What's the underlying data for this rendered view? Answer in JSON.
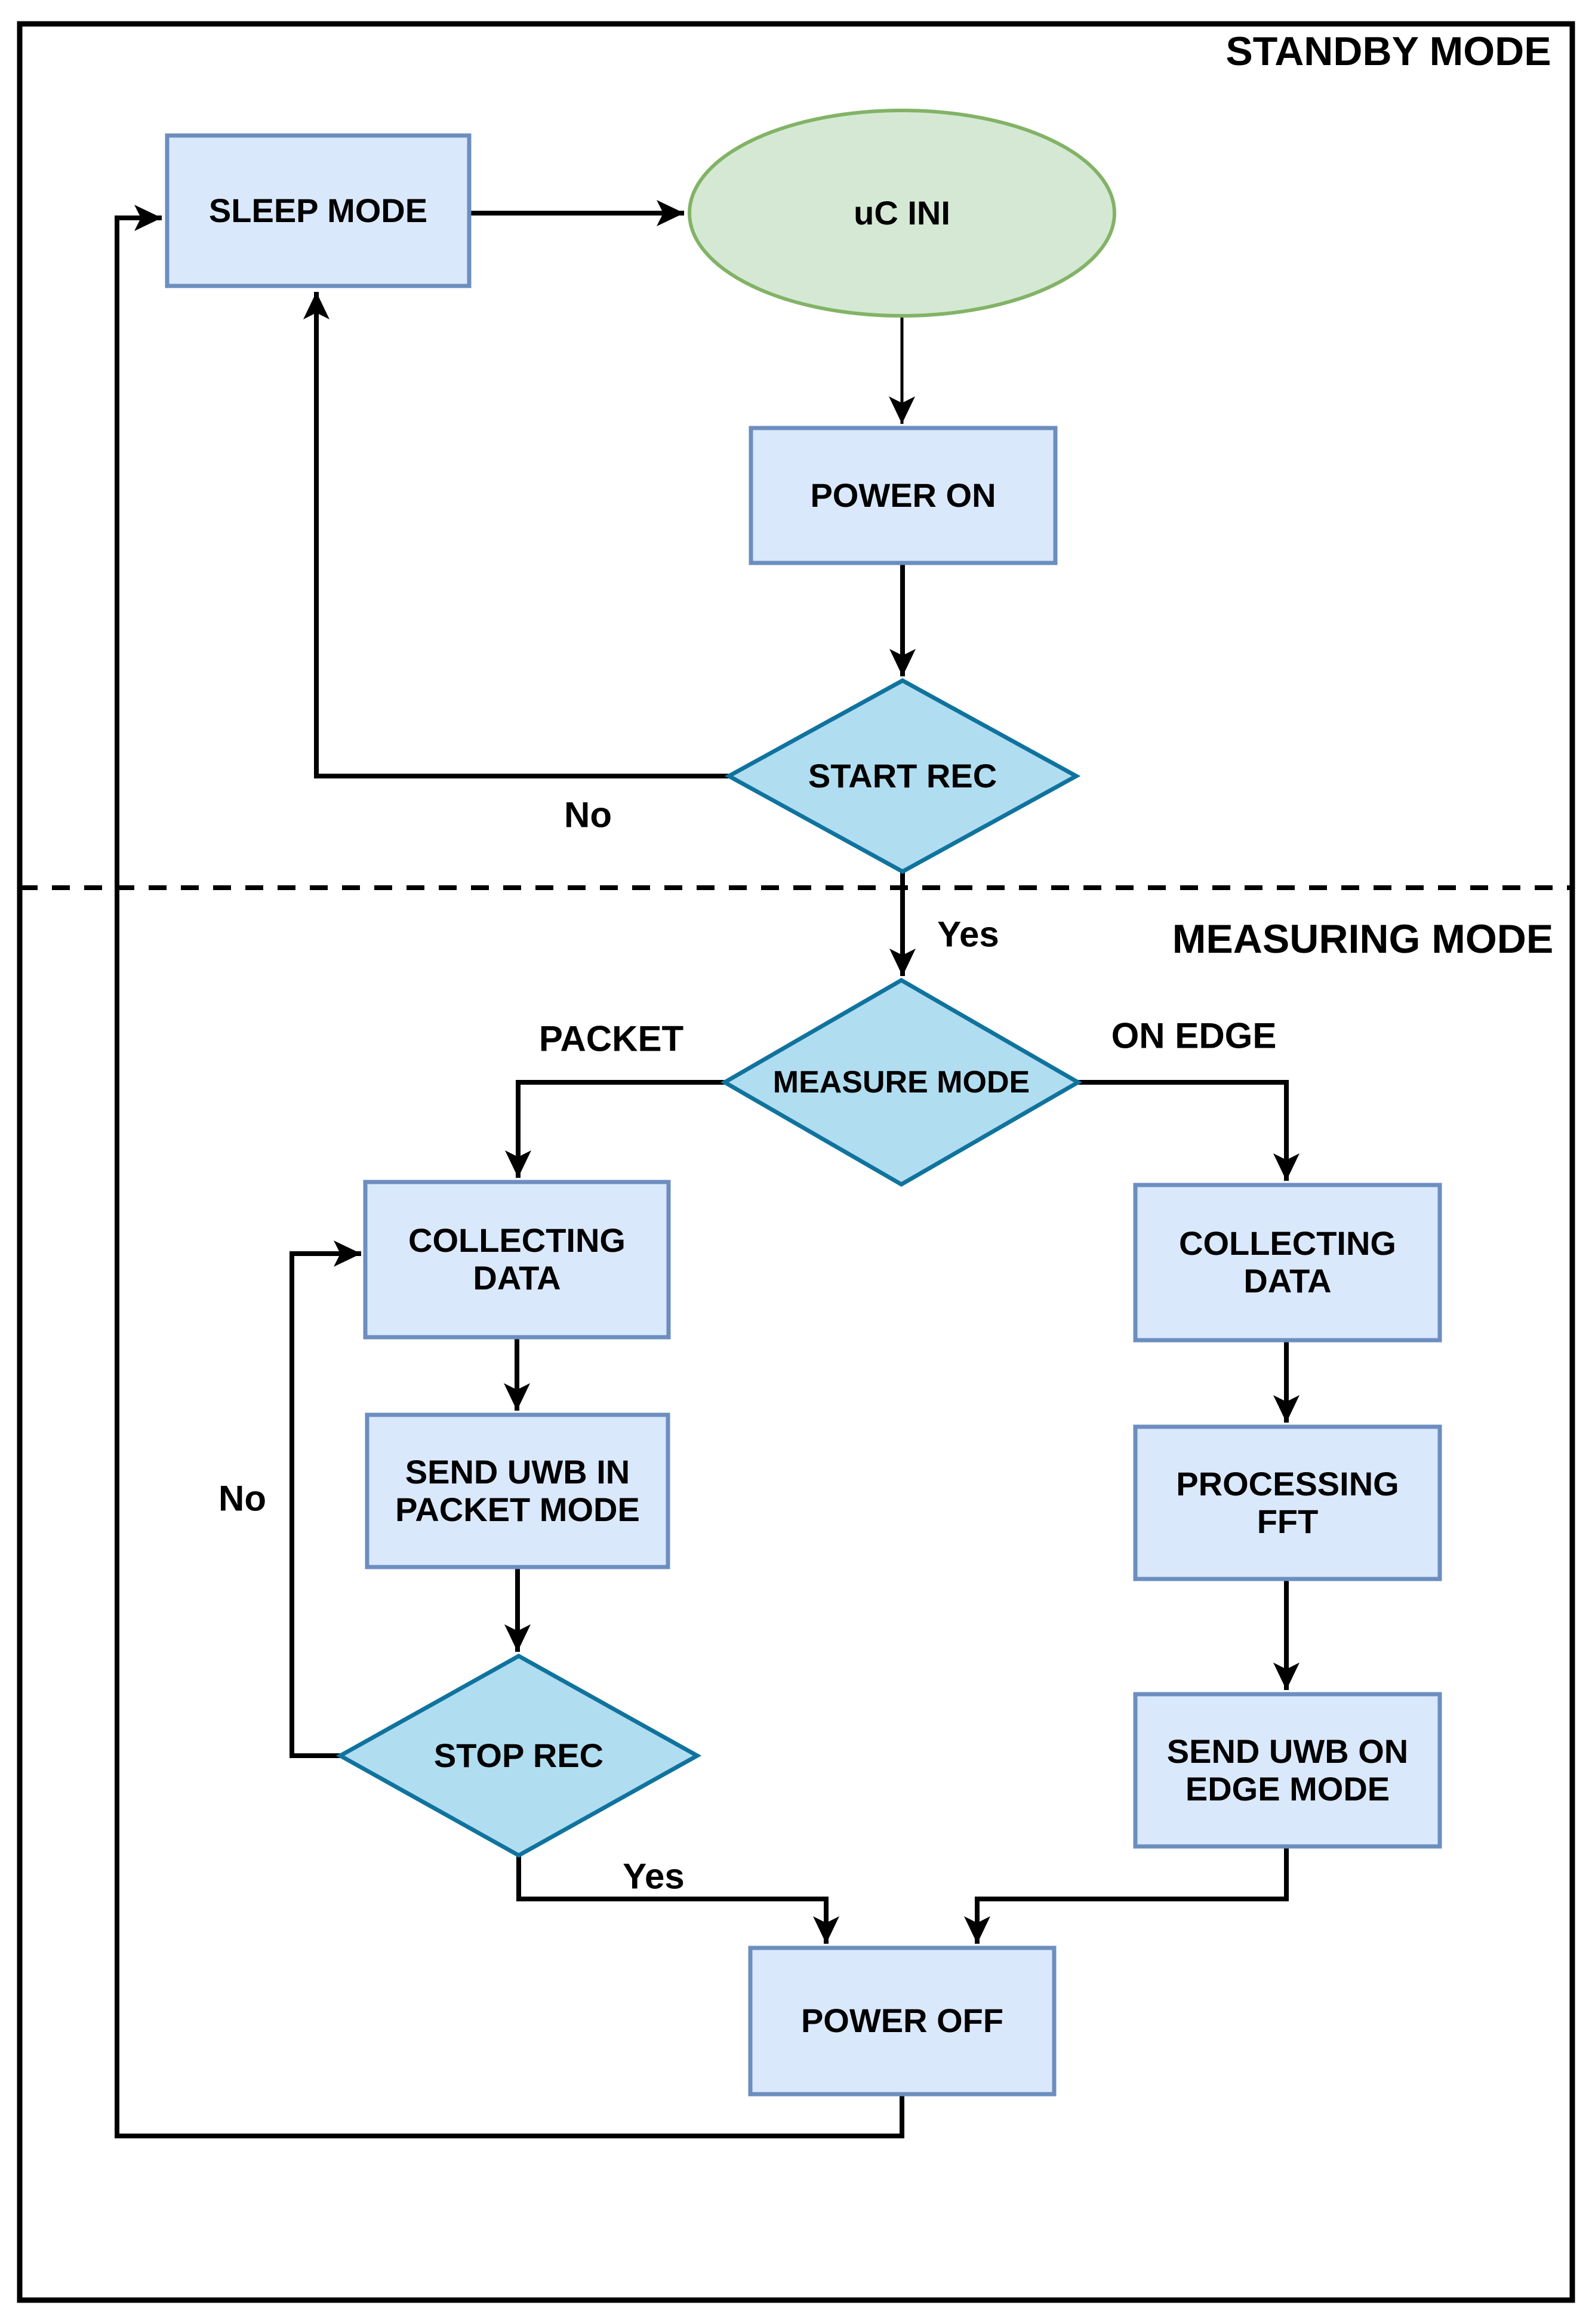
{
  "diagram": {
    "regions": {
      "standby": "STANDBY MODE",
      "measuring": "MEASURING MODE"
    },
    "nodes": {
      "sleep_mode": "SLEEP MODE",
      "uc_ini": "uC INI",
      "power_on": "POWER ON",
      "start_rec": "START REC",
      "measure_mode": "MEASURE MODE",
      "collecting_data_packet": "COLLECTING\nDATA",
      "send_uwb_packet": "SEND UWB IN\nPACKET MODE",
      "stop_rec": "STOP REC",
      "collecting_data_edge": "COLLECTING\nDATA",
      "processing_fft": "PROCESSING\nFFT",
      "send_uwb_edge": "SEND UWB ON\nEDGE MODE",
      "power_off": "POWER OFF"
    },
    "edge_labels": {
      "start_rec_no": "No",
      "start_rec_yes": "Yes",
      "branch_packet": "PACKET",
      "branch_on_edge": "ON EDGE",
      "stop_rec_no": "No",
      "stop_rec_yes": "Yes"
    },
    "colors": {
      "background": "#ffffff",
      "line": "#000000",
      "process_fill": "#dae8fc",
      "process_border": "#6c8ebf",
      "decision_fill": "#b1ddf0",
      "decision_border": "#10739e",
      "start_fill": "#d5e8d4",
      "start_border": "#82b366"
    }
  }
}
